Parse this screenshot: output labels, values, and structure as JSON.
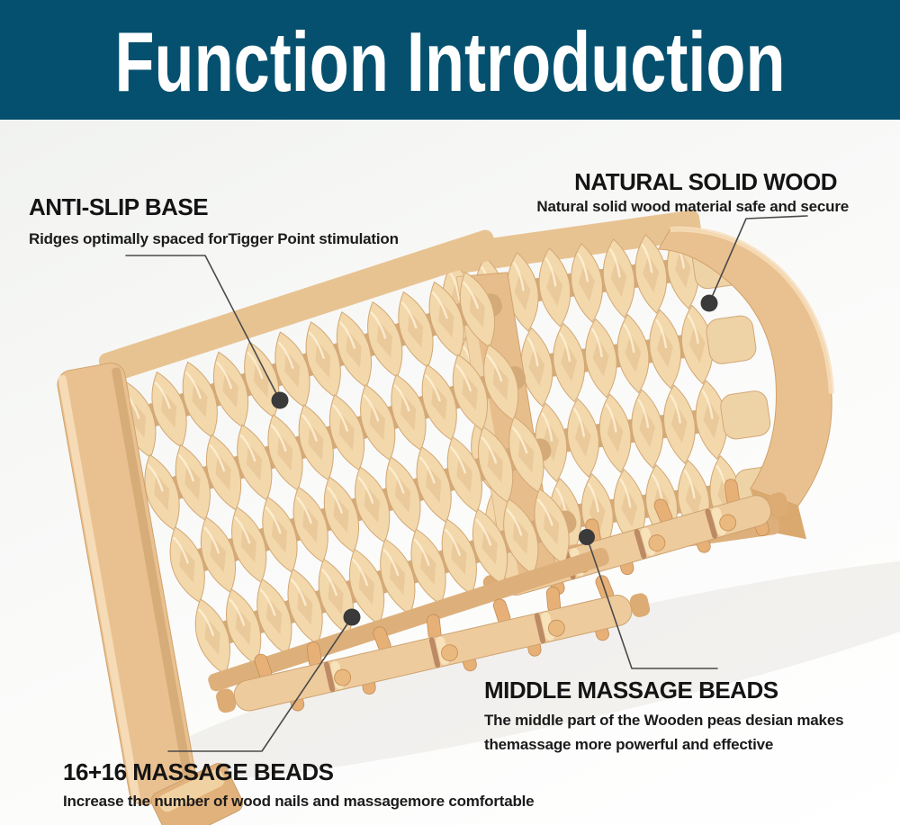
{
  "banner": {
    "title": "Function Introduction",
    "background_color": "#05506e",
    "text_color": "#ffffff"
  },
  "annotations": {
    "anti_slip_base": {
      "title": "ANTI-SLIP BASE",
      "description": "Ridges optimally spaced forTigger Point stimulation"
    },
    "natural_solid_wood": {
      "title": "NATURAL SOLID WOOD",
      "description": "Natural solid wood material safe and secure"
    },
    "middle_massage_beads": {
      "title": "MIDDLE MASSAGE BEADS",
      "description_line1": "The middle part of the Wooden peas desian makes",
      "description_line2": "themassage more powerful and effective"
    },
    "dual_massage_beads": {
      "title": "16+16 MASSAGE BEADS",
      "description": "Increase the number of wood nails and massagemore comfortable"
    }
  },
  "callout_style": {
    "line_color": "#4a4a4a",
    "dot_color": "#3a3a3a"
  },
  "product": {
    "description": "Dual wooden foot massage roller with ridged rollers and bead rollers",
    "colors": {
      "wood_light": "#f4dcb0",
      "wood_mid": "#e9c190",
      "wood_deep": "#d8ab77",
      "bead": "#e6b077",
      "groove": "#8a4a2c"
    }
  },
  "page": {
    "background_top": "#eef0ee",
    "background_bottom": "#ffffff"
  }
}
